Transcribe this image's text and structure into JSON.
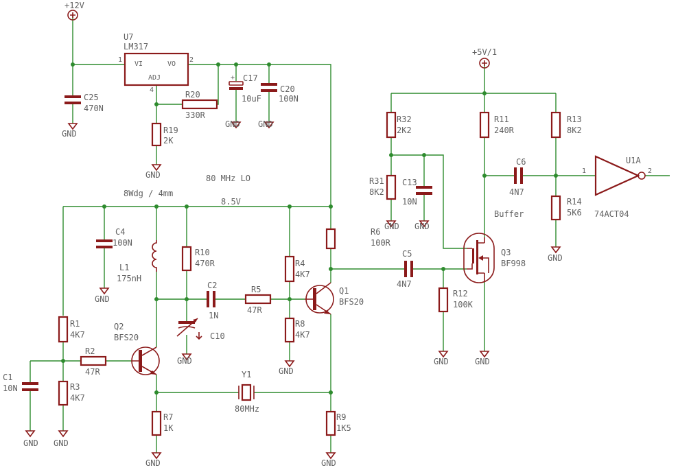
{
  "supplies": {
    "v12": "+12V",
    "v5": "+5V/1",
    "rail": "8.5V"
  },
  "gnd": "GND",
  "notes": {
    "lo": "80 MHz LO",
    "coil": "8Wdg / 4mm",
    "buffer": "Buffer"
  },
  "u7": {
    "ref": "U7",
    "value": "LM317",
    "vi": "VI",
    "vo": "VO",
    "adj": "ADJ",
    "pin1": "1",
    "pin2": "2",
    "pin4": "4"
  },
  "u1a": {
    "ref": "U1A",
    "value": "74ACT04",
    "pin1": "1",
    "pin2": "2"
  },
  "r": {
    "r1": {
      "ref": "R1",
      "value": "4K7"
    },
    "r2": {
      "ref": "R2",
      "value": "47R"
    },
    "r3": {
      "ref": "R3",
      "value": "4K7"
    },
    "r4": {
      "ref": "R4",
      "value": "4K7"
    },
    "r5": {
      "ref": "R5",
      "value": "47R"
    },
    "r6": {
      "ref": "R6",
      "value": "100R"
    },
    "r7": {
      "ref": "R7",
      "value": "1K"
    },
    "r8": {
      "ref": "R8",
      "value": "4K7"
    },
    "r9": {
      "ref": "R9",
      "value": "1K5"
    },
    "r10": {
      "ref": "R10",
      "value": "470R"
    },
    "r11": {
      "ref": "R11",
      "value": "240R"
    },
    "r12": {
      "ref": "R12",
      "value": "100K"
    },
    "r13": {
      "ref": "R13",
      "value": "8K2"
    },
    "r14": {
      "ref": "R14",
      "value": "5K6"
    },
    "r19": {
      "ref": "R19",
      "value": "2K"
    },
    "r20": {
      "ref": "R20",
      "value": "330R"
    },
    "r31": {
      "ref": "R31",
      "value": "8K2"
    },
    "r32": {
      "ref": "R32",
      "value": "2K2"
    }
  },
  "c": {
    "c1": {
      "ref": "C1",
      "value": "10N"
    },
    "c2": {
      "ref": "C2",
      "value": "1N"
    },
    "c4": {
      "ref": "C4",
      "value": "100N"
    },
    "c5": {
      "ref": "C5",
      "value": "4N7"
    },
    "c6": {
      "ref": "C6",
      "value": "4N7"
    },
    "c10": {
      "ref": "C10"
    },
    "c13": {
      "ref": "C13",
      "value": "10N"
    },
    "c17": {
      "ref": "C17",
      "value": "10uF"
    },
    "c20": {
      "ref": "C20",
      "value": "100N"
    },
    "c25": {
      "ref": "C25",
      "value": "470N"
    }
  },
  "l1": {
    "ref": "L1",
    "value": "175nH"
  },
  "y1": {
    "ref": "Y1",
    "value": "80MHz"
  },
  "q": {
    "q1": {
      "ref": "Q1",
      "value": "BFS20"
    },
    "q2": {
      "ref": "Q2",
      "value": "BFS20"
    },
    "q3": {
      "ref": "Q3",
      "value": "BF998"
    }
  }
}
